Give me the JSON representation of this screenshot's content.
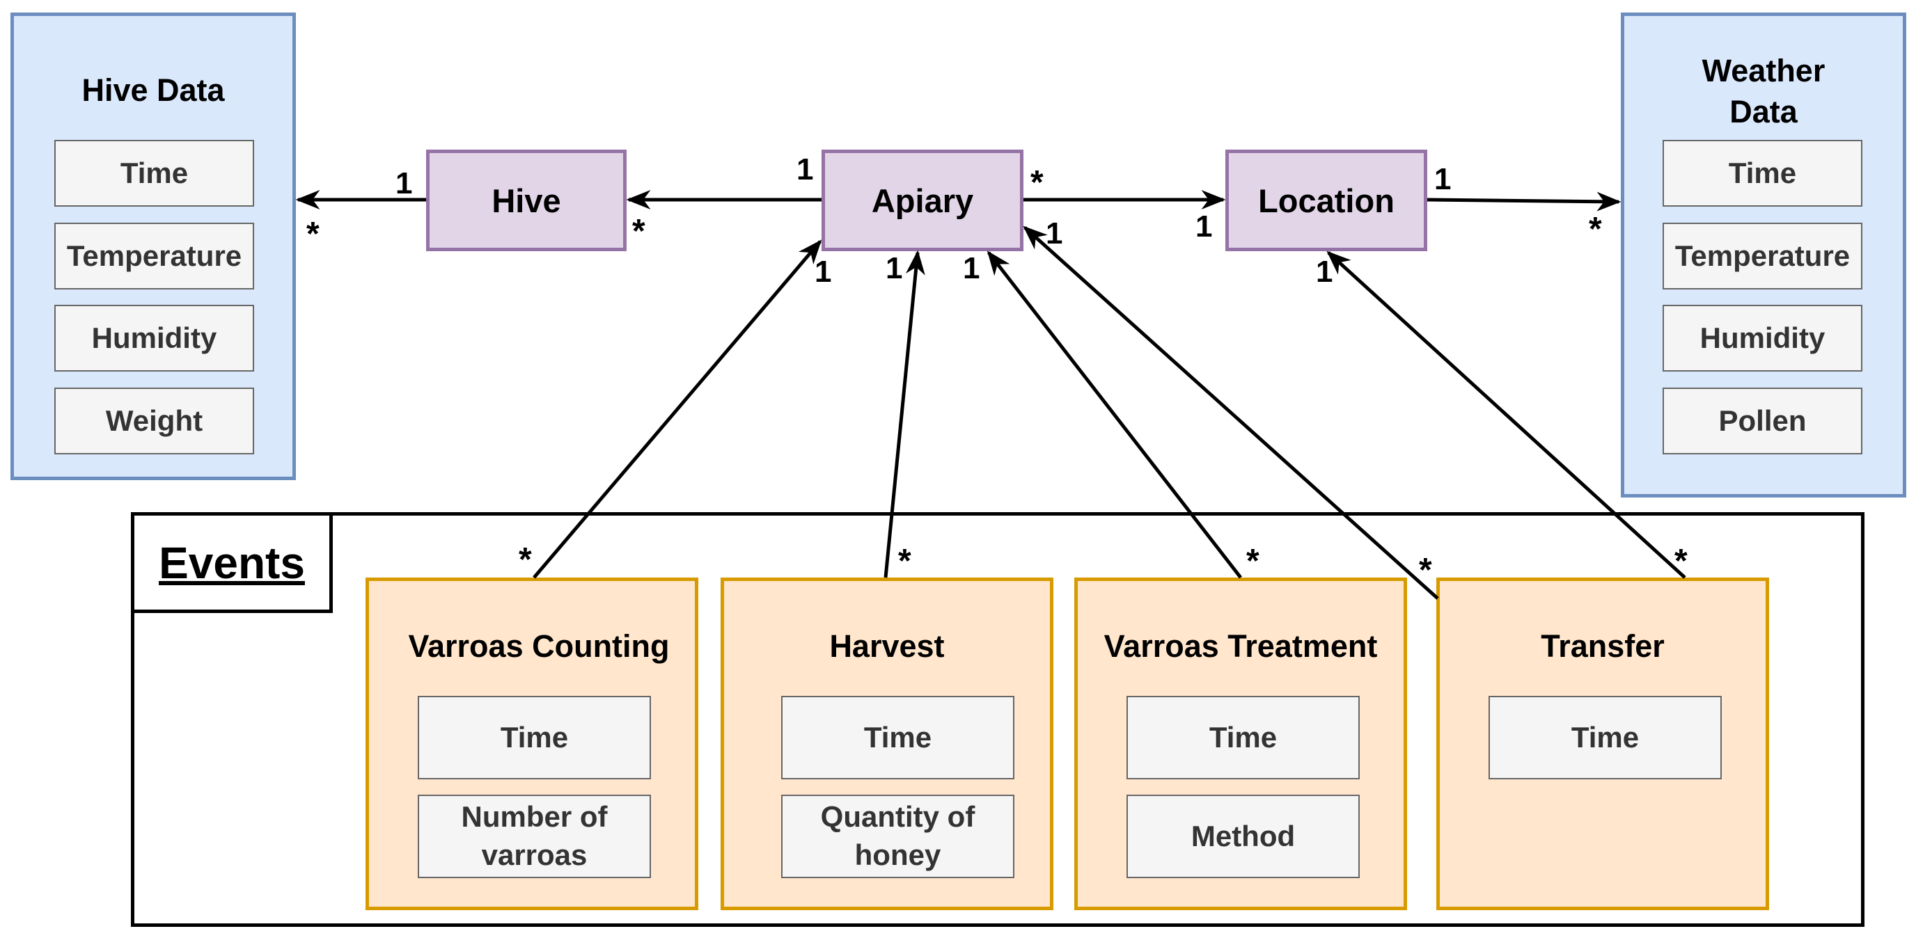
{
  "hive_data": {
    "title": "Hive Data",
    "attributes": [
      "Time",
      "Temperature",
      "Humidity",
      "Weight"
    ]
  },
  "weather_data": {
    "title": "Weather Data",
    "title_lines": [
      "Weather",
      "Data"
    ],
    "attributes": [
      "Time",
      "Temperature",
      "Humidity",
      "Pollen"
    ]
  },
  "classes": {
    "hive": "Hive",
    "apiary": "Apiary",
    "location": "Location"
  },
  "events": {
    "title": "Events",
    "varroas_counting": {
      "title": "Varroas Counting",
      "attributes": [
        "Time",
        "Number of varroas"
      ]
    },
    "harvest": {
      "title": "Harvest",
      "attributes": [
        "Time",
        "Quantity of honey"
      ]
    },
    "varroas_treatment": {
      "title": "Varroas Treatment",
      "attributes": [
        "Time",
        "Method"
      ]
    },
    "transfer": {
      "title": "Transfer",
      "attributes": [
        "Time"
      ]
    }
  },
  "multiplicities": {
    "hive_to_hivedata": {
      "source": "1",
      "target": "*"
    },
    "apiary_to_hive": {
      "source": "1",
      "target": "*"
    },
    "apiary_to_location": {
      "source": "*",
      "target": "1"
    },
    "location_to_weatherdata": {
      "source": "1",
      "target": "*"
    },
    "varroas_counting_to_apiary": {
      "source": "*",
      "target": "1"
    },
    "harvest_to_apiary": {
      "source": "*",
      "target": "1"
    },
    "varroas_treatment_to_apiary": {
      "source": "*",
      "target": "1"
    },
    "transfer_to_apiary": {
      "source": "*",
      "target": "1"
    },
    "transfer_to_location": {
      "source": "*",
      "target": "1"
    }
  },
  "colors": {
    "group_fill": "#dae8fc",
    "group_stroke": "#6c8ebf",
    "class_fill": "#e1d5e7",
    "class_stroke": "#9673a6",
    "event_fill": "#ffe6cc",
    "event_stroke": "#d79b00",
    "attr_fill": "#f5f5f5",
    "attr_stroke": "#666666"
  }
}
